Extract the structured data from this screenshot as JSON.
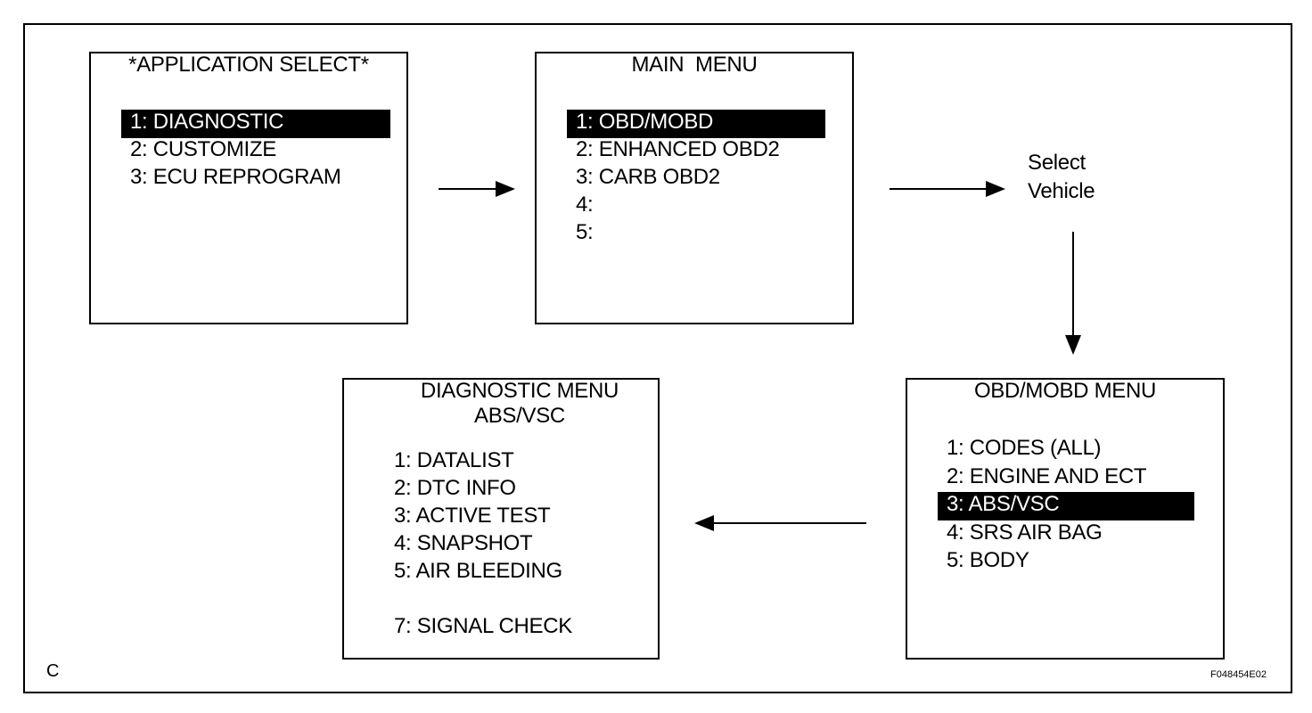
{
  "screens": [
    {
      "id": "application-select",
      "title": [
        "*APPLICATION SELECT*"
      ],
      "items": [
        "1: DIAGNOSTIC",
        "2: CUSTOMIZE",
        "3: ECU REPROGRAM"
      ],
      "selected": 0
    },
    {
      "id": "main-menu",
      "title": [
        "MAIN  MENU"
      ],
      "items": [
        "1: OBD/MOBD",
        "2: ENHANCED OBD2",
        "3: CARB OBD2",
        "4:",
        "5:"
      ],
      "selected": 0
    },
    {
      "id": "obd-mobd-menu",
      "title": [
        "OBD/MOBD MENU"
      ],
      "items": [
        "1: CODES (ALL)",
        "2: ENGINE AND ECT",
        "3: ABS/VSC",
        "4: SRS AIR BAG",
        "5: BODY"
      ],
      "selected": 2
    },
    {
      "id": "diagnostic-menu",
      "title": [
        "DIAGNOSTIC MENU",
        "ABS/VSC"
      ],
      "items": [
        "1: DATALIST",
        "2: DTC INFO",
        "3: ACTIVE TEST",
        "4: SNAPSHOT",
        "5: AIR BLEEDING",
        "",
        "7: SIGNAL CHECK"
      ],
      "selected": -1
    }
  ],
  "select_vehicle": [
    "Select",
    "Vehicle"
  ],
  "corner_label": "C",
  "figure_code": "F048454E02"
}
